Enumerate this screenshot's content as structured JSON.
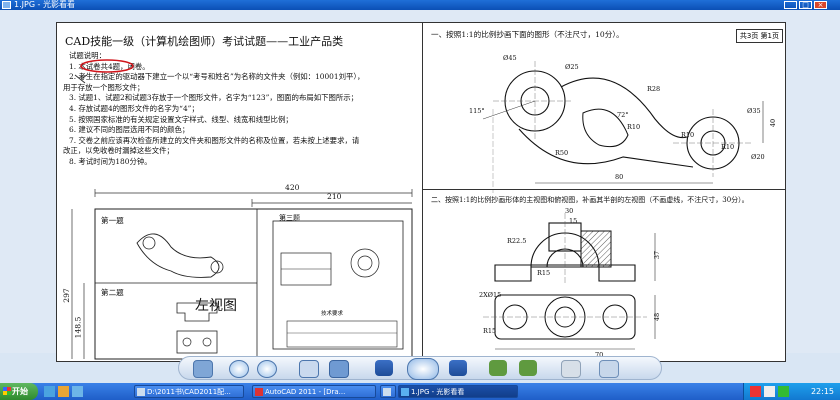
{
  "window": {
    "title": "1.JPG - 光影看看",
    "buttons": [
      "_",
      "□",
      "×"
    ]
  },
  "paper": {
    "page_counter": "共3页 第1页",
    "main_title": "CAD技能一级（计算机绘图师）考试试题——工业产品类",
    "instructions_heading": "试题说明：",
    "instructions": [
      "1. 本试卷共4题，闭卷。",
      "2. 考生在指定的驱动器下建立一个以“考号和姓名”为名称的文件夹（例如：10001刘平），",
      "用于存放一个图形文件；",
      "3. 试题1、试题2和试题3存放于一个图形文件，名字为“123”，图面的布局如下图所示；",
      "4. 存放试题4的图形文件的名字为“4”；",
      "5. 按照国家标准的有关规定设置文字样式、线型、线宽和线型比例；",
      "6. 建议不同的图层选用不同的颜色；",
      "7. 交卷之前应该再次检查所建立的文件夹和图形文件的名称及位置，若未按上述要求，请",
      "改正，以免收卷时漏掉这些文件；",
      "8. 考试时间为180分钟。"
    ],
    "layout_sketch": {
      "width_label": "420",
      "inner_width_label": "210",
      "height_label": "297",
      "inner_height_label": "148.5",
      "q1_label": "第一题",
      "q2_label": "第二题",
      "q3_label": "第三题",
      "side_view_label": "左视图",
      "tech_req": "技术要求"
    },
    "q1": {
      "title": "一、按照1:1的比例抄画下面的图形（不注尺寸，10分）。",
      "dims": [
        "Ø45",
        "Ø25",
        "R28",
        "R10",
        "R10",
        "72°",
        "115°",
        "R50",
        "Ø35",
        "R10",
        "Ø20",
        "80",
        "40"
      ]
    },
    "q2": {
      "title": "二、按照1:1的比例抄画形体的主视图和俯视图，补画其半剖的左视图（不画虚线，不注尺寸，30分）。",
      "dims": [
        "30",
        "15",
        "R22.5",
        "R15",
        "2XØ15",
        "R15",
        "70",
        "37",
        "48"
      ]
    }
  },
  "toolbar": {
    "buttons": [
      "image-menu-button",
      "zoom-in-button",
      "zoom-out-button",
      "fit-button",
      "actual-size-button",
      "prev-button",
      "edit-button",
      "next-button",
      "rotate-left-button",
      "rotate-right-button",
      "delete-button",
      "more-button"
    ]
  },
  "taskbar": {
    "start_label": "开始",
    "tasks": [
      "D:\\2011书\\CAD2011配...",
      "AutoCAD 2011 - [Dra...",
      "",
      "1.JPG - 光影看看"
    ],
    "clock": "22:15"
  },
  "colors": {
    "accent": "#0b4fb5",
    "annotation_red": "#d0141a",
    "taskbar": "#2563c9"
  }
}
